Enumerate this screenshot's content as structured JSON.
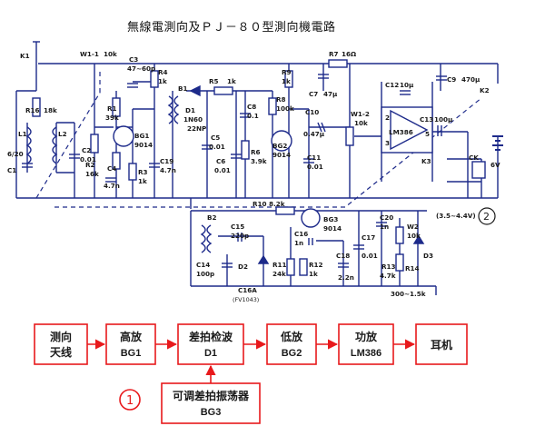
{
  "title": "無線電測向及ＰＪ－８０型測向機電路",
  "colors": {
    "wire": "#1d2a8a",
    "block": "#e8191c",
    "text": "#1a1a1a"
  },
  "schematic": {
    "marker": "2",
    "voltage_note": "(3.5~4.4V)",
    "resistor_range": "300~1.5k",
    "components": {
      "k1": "K1",
      "k2": "K2",
      "k3": "K3",
      "ck": "CK",
      "w1_1": "W1-1",
      "w1_1_val": "10k",
      "w1_2": "W1-2",
      "w1_2_val": "10k",
      "r16": "R16",
      "r16_val": "18k",
      "l1": "L1",
      "l2": "L2",
      "c1": "C1",
      "c1_val": "6/20",
      "c2": "C2",
      "c2_val": "0.01",
      "r1": "R1",
      "r1_val": "39k",
      "r2": "R2",
      "r2_val": "16k",
      "c3": "C3",
      "c3_val": "47~60p",
      "c4": "C4",
      "c4_val": "4.7n",
      "bg1": "BG1",
      "bg1_val": "9014",
      "r3": "R3",
      "r3_val": "1k",
      "r4": "R4",
      "r4_val": "1k",
      "c19": "C19",
      "c19_val": "4.7n",
      "b1": "B1",
      "d1": "D1",
      "d1_val": "1N60",
      "d1_cap": "22NP",
      "r5": "R5",
      "r5_val": "1k",
      "c5": "C5",
      "c5_val": "0.01",
      "c6": "C6",
      "c6_val": "0.01",
      "c8": "C8",
      "c8_val": "0.1",
      "r6": "R6",
      "r6_val": "3.9k",
      "r8": "R8",
      "r8_val": "100k",
      "r9": "R9",
      "r9_val": "1k",
      "c7": "C7",
      "c7_val": "47μ",
      "bg2": "BG2",
      "bg2_val": "9014",
      "c10": "C10",
      "c10_val": "0.47μ",
      "c11": "C11",
      "c11_val": "0.01",
      "r7": "R7",
      "r7_val": "16Ω",
      "c9": "C9",
      "c9_val": "470μ",
      "c12": "C12",
      "c12_val": "10μ",
      "c13": "C13",
      "c13_val": "100μ",
      "lm386": "LM386",
      "pin2": "2",
      "pin3": "3",
      "pin5": "5",
      "battery": "6V",
      "r10": "R10",
      "r10_val": "8.2k",
      "b2": "B2",
      "c15": "C15",
      "c15_val": "220p",
      "c14": "C14",
      "c14_val": "100p",
      "d2": "D2",
      "c16a": "C16A",
      "c16a_note": "(FV1043)",
      "c16": "C16",
      "c16_val": "1n",
      "r11": "R11",
      "r11_val": "24k",
      "r12": "R12",
      "r12_val": "1k",
      "c18": "C18",
      "c18_val": "2.2n",
      "bg3": "BG3",
      "bg3_val": "9014",
      "c17": "C17",
      "c17_val": "0.01",
      "c20": "C20",
      "c20_val": "1n",
      "r13": "R13",
      "r13_val": "4.7k",
      "r14": "R14",
      "w2": "W2",
      "w2_val": "10k",
      "d3": "D3"
    }
  },
  "block_diagram": {
    "marker": "1",
    "blocks": [
      {
        "lines": [
          "测向",
          "天线"
        ]
      },
      {
        "lines": [
          "高放",
          "BG1"
        ]
      },
      {
        "lines": [
          "差拍检波",
          "D1"
        ]
      },
      {
        "lines": [
          "低放",
          "BG2"
        ]
      },
      {
        "lines": [
          "功放",
          "LM386"
        ]
      },
      {
        "lines": [
          "耳机"
        ]
      }
    ],
    "oscillator": {
      "lines": [
        "可调差拍振荡器",
        "BG3"
      ]
    }
  }
}
